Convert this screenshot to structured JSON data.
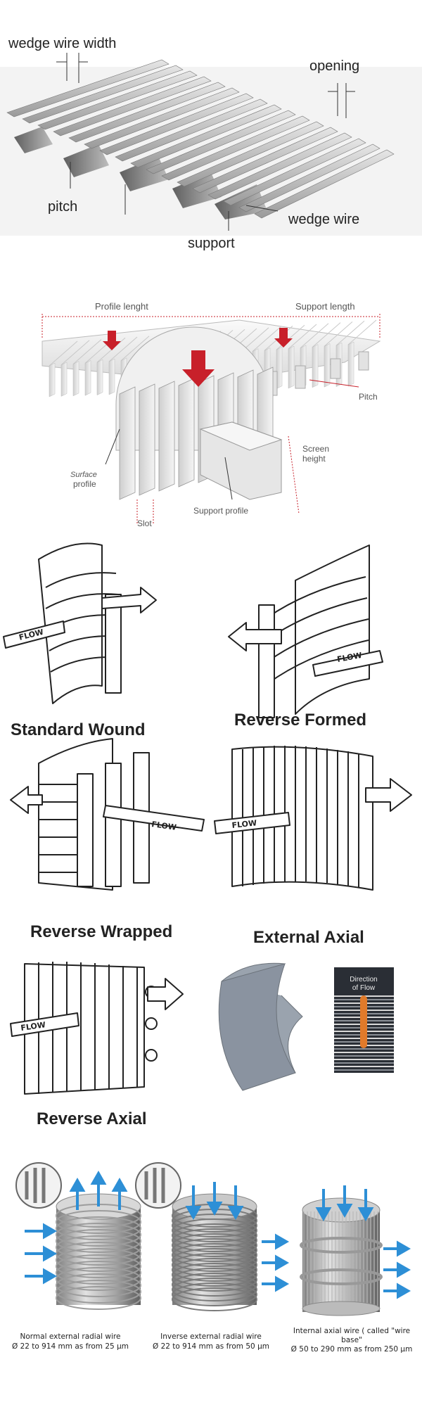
{
  "panel1": {
    "wedge_wire_width": "wedge wire width",
    "opening": "opening",
    "pitch": "pitch",
    "wedge_wire": "wedge wire",
    "support": "support"
  },
  "panel2": {
    "profile_length": "Profile lenght",
    "support_length": "Support length",
    "pitch": "Pitch",
    "screen_height": [
      "Screen",
      "height"
    ],
    "surface_profile": [
      "Surface",
      "profile"
    ],
    "slot": "Slot",
    "support_profile": "Support profile"
  },
  "flow": {
    "standard_wound": "Standard Wound",
    "reverse_formed": "Reverse Formed",
    "reverse_wrapped": "Reverse Wrapped",
    "external_axial": "External Axial",
    "reverse_axial": "Reverse Axial",
    "flow_label": "FLOW",
    "direction_of_flow": [
      "Direction",
      "of Flow"
    ]
  },
  "bottom": {
    "normal_external": [
      "Normal external radial wire",
      "Ø 22 to 914 mm as from 25 µm"
    ],
    "inverse_external": [
      "Inverse external radial wire",
      "Ø 22 to 914 mm as from 50 µm"
    ],
    "internal_axial": [
      "Internal axial wire ( called \"wire",
      "base\"",
      "Ø 50 to 290 mm as from 250 µm"
    ]
  },
  "colors": {
    "arrow_red": "#c8202a",
    "arrow_blue": "#2d8fd6",
    "orange_indicator": "#e07a2a"
  }
}
